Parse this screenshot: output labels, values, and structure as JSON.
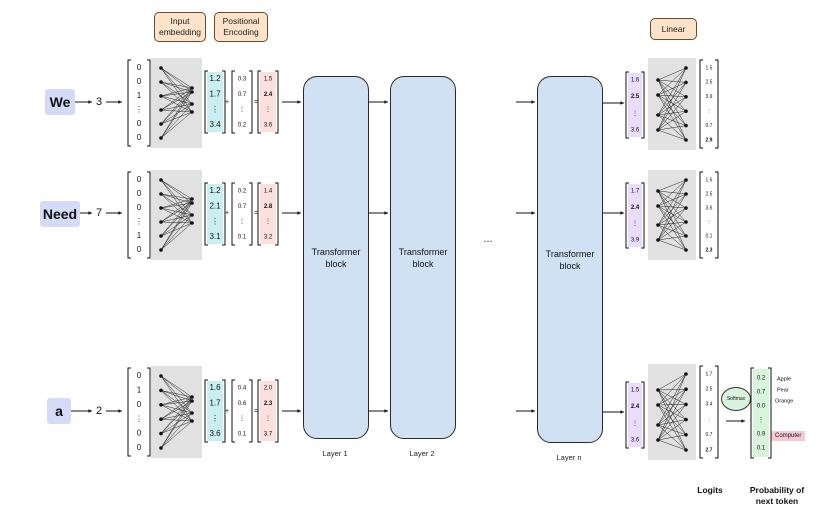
{
  "headers": {
    "input_embedding": "Input\nembedding",
    "positional_encoding": "Positional\nEncoding",
    "linear": "Linear"
  },
  "tokens": [
    {
      "word": "We",
      "id": "3",
      "onehot": [
        "0",
        "0",
        "1",
        "⋮",
        "0",
        "0"
      ],
      "emb": [
        "1.2",
        "1.7",
        "⋮",
        "3.4"
      ],
      "pe": [
        "0.3",
        "0.7",
        "⋮",
        "0.2"
      ],
      "sum": [
        "1.5",
        "2.4",
        "⋮",
        "3.6"
      ]
    },
    {
      "word": "Need",
      "id": "7",
      "onehot": [
        "0",
        "0",
        "0",
        "⋮",
        "1",
        "0"
      ],
      "emb": [
        "1.2",
        "2.1",
        "⋮",
        "3.1"
      ],
      "pe": [
        "0.2",
        "0.7",
        "⋮",
        "0.1"
      ],
      "sum": [
        "1.4",
        "2.8",
        "⋮",
        "3.2"
      ]
    },
    {
      "word": "a",
      "id": "2",
      "onehot": [
        "0",
        "1",
        "0",
        "⋮",
        "0",
        "0"
      ],
      "emb": [
        "1.6",
        "1.7",
        "⋮",
        "3.6"
      ],
      "pe": [
        "0.4",
        "0.6",
        "⋮",
        "0.1"
      ],
      "sum": [
        "2.0",
        "2.3",
        "⋮",
        "3.7"
      ]
    }
  ],
  "operators": {
    "plus": "+",
    "equals": "="
  },
  "blocks": [
    {
      "label": "Transformer\nblock",
      "layer": "Layer 1"
    },
    {
      "label": "Transformer\nblock",
      "layer": "Layer 2"
    },
    {
      "label": "Transformer\nblock",
      "layer": "Layer n"
    }
  ],
  "ellipsis": "...",
  "outputs": [
    {
      "hidden": [
        "1.6",
        "2.5",
        "⋮",
        "3.6"
      ],
      "logits": [
        "1.5",
        "2.5",
        "3.9",
        "⋮",
        "0.7",
        "2.9"
      ]
    },
    {
      "hidden": [
        "1.7",
        "2.4",
        "⋮",
        "3.9"
      ],
      "logits": [
        "1.6",
        "2.5",
        "3.6",
        "⋮",
        "0.1",
        "2.3"
      ]
    },
    {
      "hidden": [
        "1.5",
        "2.4",
        "⋮",
        "3.6"
      ],
      "logits": [
        "1.7",
        "2.5",
        "3.4",
        "⋮",
        "0.7",
        "2.7"
      ]
    }
  ],
  "softmax": "Softmax",
  "probabilities": [
    "0.2",
    "0.7",
    "0.0",
    "⋮",
    "0.9",
    "0.1"
  ],
  "prob_words": [
    "Apple",
    "Pear",
    "Orange",
    "",
    "Computer",
    ""
  ],
  "bottom_labels": {
    "logits": "Logits",
    "probability": "Probability of\nnext token"
  }
}
